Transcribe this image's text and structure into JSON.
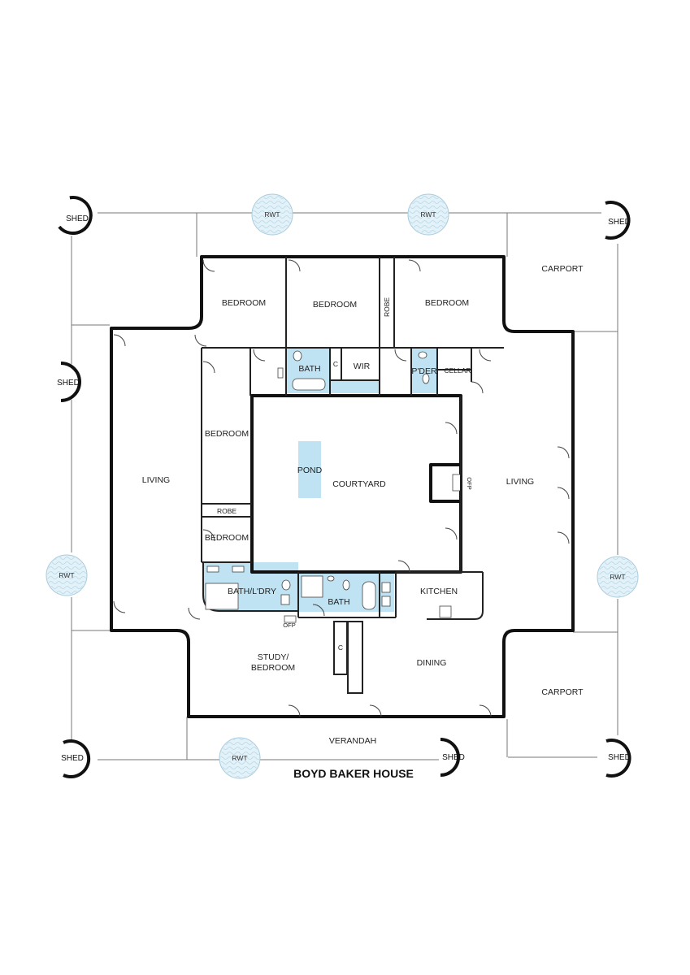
{
  "title": "BOYD BAKER HOUSE",
  "rooms": {
    "bedroom_1": "BEDROOM",
    "bedroom_2": "BEDROOM",
    "bedroom_3": "BEDROOM",
    "bedroom_4": "BEDROOM",
    "bedroom_5": "BEDROOM",
    "robe_vertical": "ROBE",
    "robe_horizontal": "ROBE",
    "bath_north": "BATH",
    "closet_c_north": "C",
    "wir": "WIR",
    "powder": "P'DER",
    "cellar": "CELLAR",
    "living_west": "LIVING",
    "living_east": "LIVING",
    "pond": "POND",
    "courtyard": "COURTYARD",
    "ofp_east": "OFP",
    "bath_laundry": "BATH/L'DRY",
    "ofp_south": "OFP",
    "bath_south": "BATH",
    "kitchen": "KITCHEN",
    "closet_c_south": "C",
    "study_bedroom_line1": "STUDY/",
    "study_bedroom_line2": "BEDROOM",
    "dining": "DINING",
    "verandah": "VERANDAH",
    "carport_north": "CARPORT",
    "carport_south": "CARPORT"
  },
  "sheds": [
    "SHED",
    "SHED",
    "SHED",
    "SHED",
    "SHED",
    "SHED"
  ],
  "rwts": [
    "RWT",
    "RWT",
    "RWT",
    "RWT",
    "RWT"
  ],
  "colors": {
    "wall": "#111111",
    "wet_area": "#bfe3f2",
    "rwt_fill": "#e3f1f8"
  }
}
